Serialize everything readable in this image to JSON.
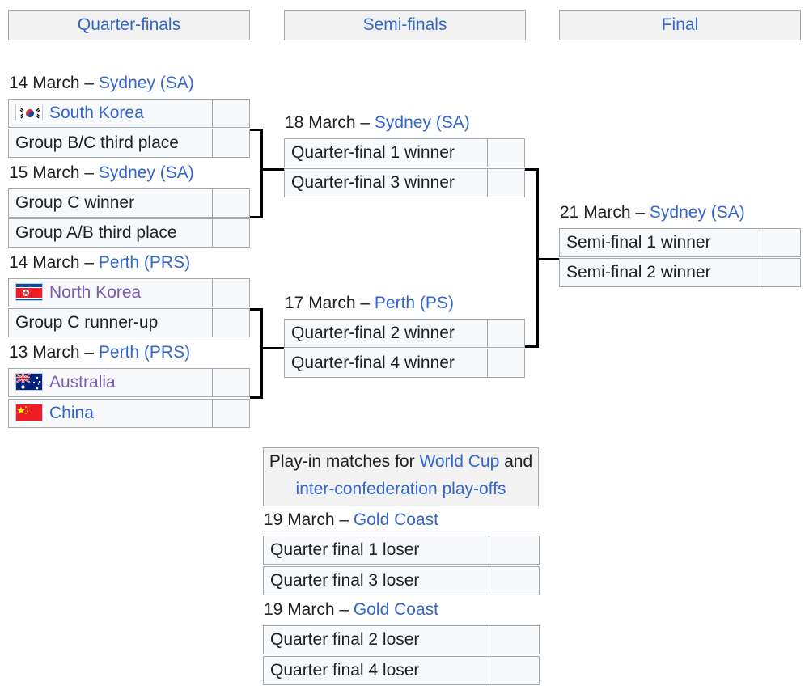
{
  "headers": {
    "quarterfinals": "Quarter-finals",
    "semifinals": "Semi-finals",
    "final": "Final"
  },
  "dash": " – ",
  "quarterfinals": [
    {
      "date": "14 March",
      "venue": "Sydney (SA)",
      "teams": [
        {
          "name": "South Korea",
          "flag": "south-korea-flag",
          "score": ""
        },
        {
          "name": "Group B/C third place",
          "score": ""
        }
      ]
    },
    {
      "date": "15 March",
      "venue": "Sydney (SA)",
      "teams": [
        {
          "name": "Group C winner",
          "score": ""
        },
        {
          "name": "Group A/B third place",
          "score": ""
        }
      ]
    },
    {
      "date": "14 March",
      "venue": "Perth (PRS)",
      "teams": [
        {
          "name": "North Korea",
          "flag": "north-korea-flag",
          "score": ""
        },
        {
          "name": "Group C runner-up",
          "score": ""
        }
      ]
    },
    {
      "date": "13 March",
      "venue": "Perth (PRS)",
      "teams": [
        {
          "name": "Australia",
          "flag": "australia-flag",
          "score": ""
        },
        {
          "name": "China",
          "flag": "china-flag",
          "score": ""
        }
      ]
    }
  ],
  "semifinals": [
    {
      "date": "18 March",
      "venue": "Sydney (SA)",
      "teams": [
        {
          "name": "Quarter-final 1 winner",
          "score": ""
        },
        {
          "name": "Quarter-final 3 winner",
          "score": ""
        }
      ]
    },
    {
      "date": "17 March",
      "venue": "Perth (PS)",
      "teams": [
        {
          "name": "Quarter-final 2 winner",
          "score": ""
        },
        {
          "name": "Quarter-final 4 winner",
          "score": ""
        }
      ]
    }
  ],
  "final": {
    "date": "21 March",
    "venue": "Sydney (SA)",
    "teams": [
      {
        "name": "Semi-final 1 winner",
        "score": ""
      },
      {
        "name": "Semi-final 2 winner",
        "score": ""
      }
    ]
  },
  "playin": {
    "title_prefix": "Play-in matches for ",
    "title_link1": "World Cup",
    "title_and": " and",
    "title_link2": "inter-confederation play-offs",
    "matches": [
      {
        "date": "19 March",
        "venue": "Gold Coast",
        "teams": [
          {
            "name": "Quarter final 1 loser",
            "score": ""
          },
          {
            "name": "Quarter final 3 loser",
            "score": ""
          }
        ]
      },
      {
        "date": "19 March",
        "venue": "Gold Coast",
        "teams": [
          {
            "name": "Quarter final 2 loser",
            "score": ""
          },
          {
            "name": "Quarter final 4 loser",
            "score": ""
          }
        ]
      }
    ]
  },
  "colors": {
    "link": "#3366cc",
    "visited_link": "#795cb2",
    "header_bg": "#f2f2f2",
    "cell_bg": "#f8f9fa",
    "border": "#a2a9b1",
    "connector": "#000000"
  }
}
